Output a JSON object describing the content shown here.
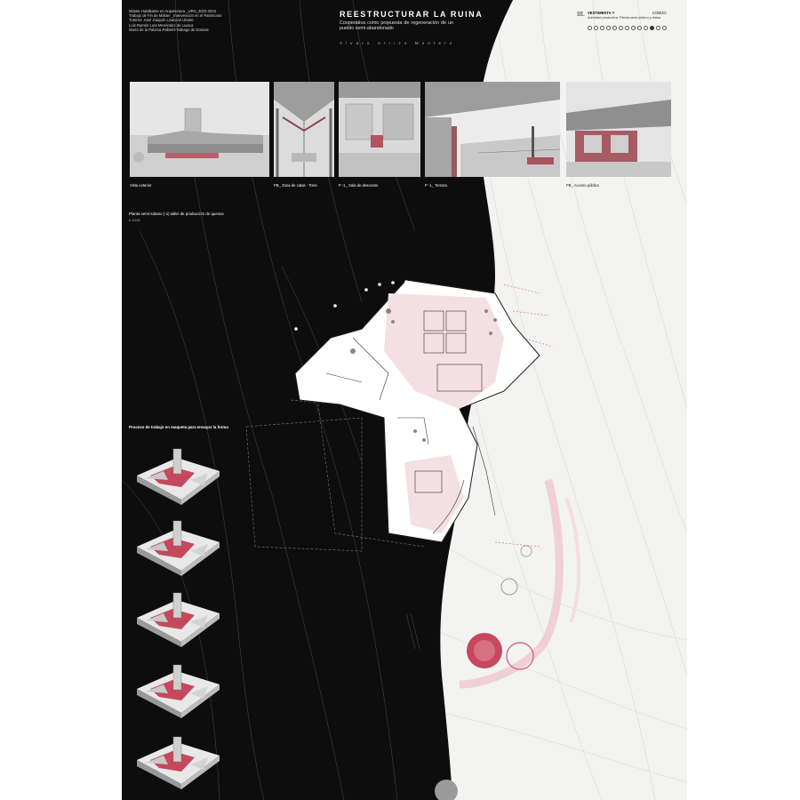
{
  "header": {
    "info_lines": [
      "Máster Habilitante en Arquitectura _URH_2022-2023",
      "Trabajo de Fin de Máster _Intervención en el Patrimonio",
      "Tutores: José Joaquín Lizancos Uriarte",
      "Luis Ramón Lora Menéndez de Luarca",
      "María de la Paloma Pallarés Rábago de Dosnas"
    ],
    "title": "REESTRUCTURAR LA RUINA",
    "subtitle": "Cooperativa como propuesta de regeneración de un pueblo semi-abandonado",
    "authors": "Álvaro Arrizo Montero"
  },
  "section": {
    "roman": "III.",
    "title": "VESTIMENTA Y",
    "title_tail": "COBIJO",
    "subtitle": "Actividad productiva. Planta semi-sótano y vistas"
  },
  "pagination": {
    "total": 13,
    "active_index": 10
  },
  "photos": [
    {
      "caption": "Vista exterior"
    },
    {
      "caption": "PB_ Zona de catas - Torre"
    },
    {
      "caption": "P -1_ Sala de descanso"
    },
    {
      "caption": "P -1_ Terraza"
    },
    {
      "caption": "PB_ Acceso público"
    }
  ],
  "plan": {
    "label": "Planta semi-sótano (-1) taller de producción de quesos",
    "scale": "e 1/150"
  },
  "models": {
    "label": "Proceso de trabajo en maqueta para ensayar la forma",
    "count": 5
  },
  "colors": {
    "background_dark": "#0d0d0d",
    "accent_pink": "#c6485d",
    "pink_light": "#f2d9dd",
    "paper": "#f3f3f1"
  }
}
